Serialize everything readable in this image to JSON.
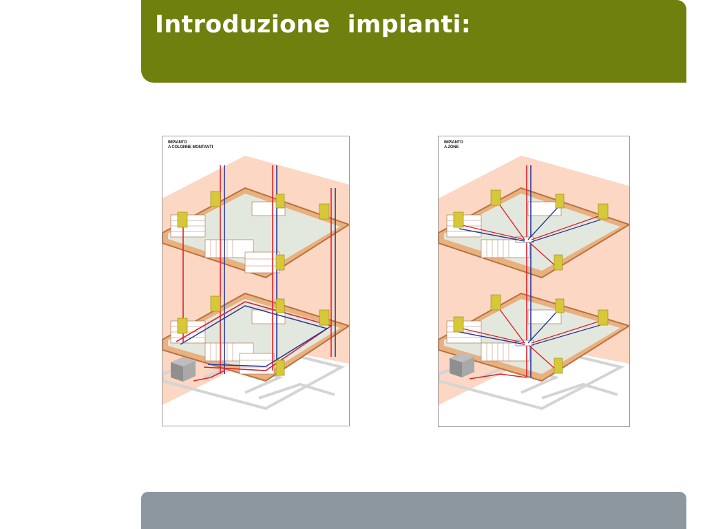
{
  "slide": {
    "title": "Introduzione  impianti:"
  },
  "figures": [
    {
      "label_line1": "IMPIANTO",
      "label_line2": "A COLONNE MONTANTI"
    },
    {
      "label_line1": "IMPIANTO",
      "label_line2": "A ZONE"
    }
  ],
  "colors": {
    "header_bg": "#6f800e",
    "footer_bg": "#8d979f",
    "wall": "#fbd7c4",
    "floor_slab": "#e9b17f",
    "floor_slab_edge": "#b8723e",
    "floor_surface": "#e3e8de",
    "pipe_red": "#e0202a",
    "pipe_blue": "#2a3a9a",
    "radiator": "#d7c83a",
    "ground_plan": "#d4d4d4",
    "boiler": "#8f8f8f"
  }
}
